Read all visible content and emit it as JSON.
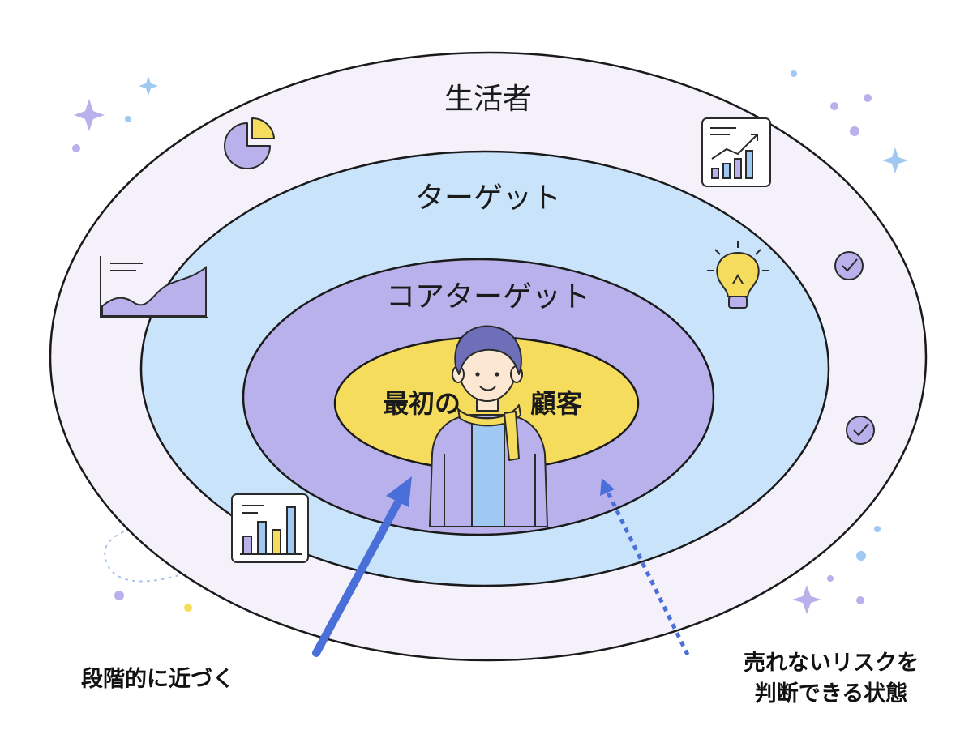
{
  "rings": {
    "outer": "生活者",
    "second": "ターゲット",
    "third": "コアターゲット",
    "core_left": "最初の",
    "core_right": "顧客"
  },
  "notes": {
    "approach": "段階的に近づく",
    "risk_line1": "売れないリスクを",
    "risk_line2": "判断できる状態"
  },
  "icons": [
    "pie-chart-icon",
    "trend-chart-icon",
    "area-chart-icon",
    "lightbulb-icon",
    "check-circle-icon",
    "bar-chart-icon",
    "person-illustration",
    "sparkle-icon"
  ],
  "colors": {
    "outer": "#f4f1fb",
    "second": "#c9e3fb",
    "third": "#b9b1ec",
    "core": "#f6dc5c",
    "arrow": "#4a6fd8",
    "accent_purple": "#b9b1ec",
    "accent_blue": "#9fc6f0"
  }
}
